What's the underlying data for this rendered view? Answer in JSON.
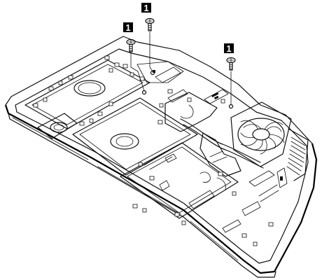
{
  "callouts": [
    {
      "label": "1"
    },
    {
      "label": "1"
    },
    {
      "label": "1"
    }
  ],
  "colors": {
    "line": "#111111",
    "callout_bg": "#000000",
    "callout_text": "#ffffff",
    "background": "#ffffff"
  },
  "parts": [
    "base-cover-screw",
    "cooling-fan",
    "heat-sink",
    "hard-disk-bay",
    "memory-bay",
    "optical-drive-bay",
    "speaker",
    "vent-grille"
  ]
}
